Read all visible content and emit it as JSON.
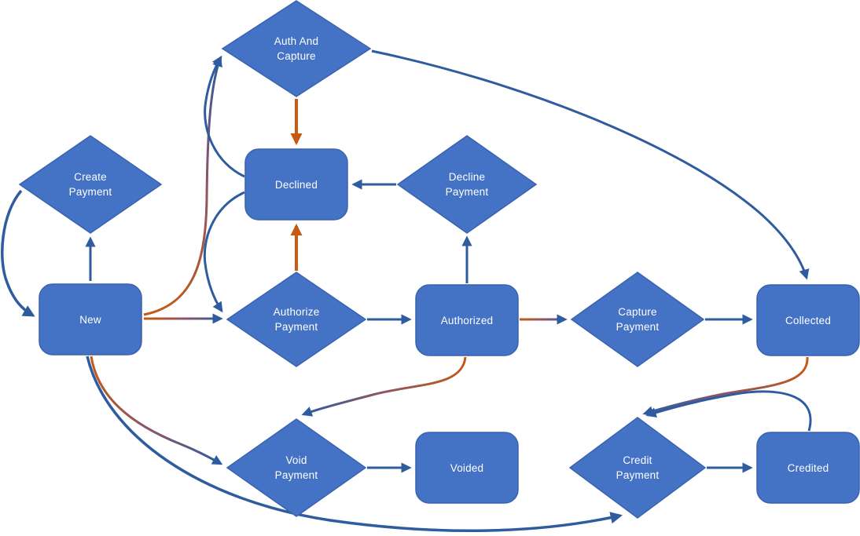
{
  "diagram": {
    "background": "#ffffff",
    "colors": {
      "node_fill": "#4472C4",
      "node_border": "#3A63AF",
      "node_text": "#FFFFFF",
      "connector_blue": "#2E5C9E",
      "connector_orange": "#C55A11",
      "gradient_mid": "#8A5568"
    },
    "nodes": [
      {
        "id": "auth-and-capture",
        "shape": "diamond",
        "label": "Auth And Capture",
        "lines": [
          "Auth And",
          "Capture"
        ]
      },
      {
        "id": "create-payment",
        "shape": "diamond",
        "label": "Create Payment",
        "lines": [
          "Create",
          "Payment"
        ]
      },
      {
        "id": "declined",
        "shape": "rounded-rect",
        "label": "Declined",
        "lines": [
          "Declined"
        ]
      },
      {
        "id": "decline-payment",
        "shape": "diamond",
        "label": "Decline Payment",
        "lines": [
          "Decline",
          "Payment"
        ]
      },
      {
        "id": "new",
        "shape": "rounded-rect",
        "label": "New",
        "lines": [
          "New"
        ]
      },
      {
        "id": "authorize-payment",
        "shape": "diamond",
        "label": "Authorize Payment",
        "lines": [
          "Authorize",
          "Payment"
        ]
      },
      {
        "id": "authorized",
        "shape": "rounded-rect",
        "label": "Authorized",
        "lines": [
          "Authorized"
        ]
      },
      {
        "id": "capture-payment",
        "shape": "diamond",
        "label": "Capture Payment",
        "lines": [
          "Capture",
          "Payment"
        ]
      },
      {
        "id": "collected",
        "shape": "rounded-rect",
        "label": "Collected",
        "lines": [
          "Collected"
        ]
      },
      {
        "id": "void-payment",
        "shape": "diamond",
        "label": "Void Payment",
        "lines": [
          "Void",
          "Payment"
        ]
      },
      {
        "id": "voided",
        "shape": "rounded-rect",
        "label": "Voided",
        "lines": [
          "Voided"
        ]
      },
      {
        "id": "credit-payment",
        "shape": "diamond",
        "label": "Credit Payment",
        "lines": [
          "Credit",
          "Payment"
        ]
      },
      {
        "id": "credited",
        "shape": "rounded-rect",
        "label": "Credited",
        "lines": [
          "Credited"
        ]
      }
    ],
    "edges": [
      {
        "from": "new",
        "to": "create-payment",
        "color": "blue"
      },
      {
        "from": "create-payment",
        "to": "new",
        "color": "blue"
      },
      {
        "from": "new",
        "to": "auth-and-capture",
        "color": "orange-to-blue"
      },
      {
        "from": "new",
        "to": "authorize-payment",
        "color": "orange-to-blue"
      },
      {
        "from": "new",
        "to": "void-payment",
        "color": "orange-to-blue"
      },
      {
        "from": "new",
        "to": "credit-payment",
        "color": "blue"
      },
      {
        "from": "declined",
        "to": "auth-and-capture",
        "color": "blue"
      },
      {
        "from": "declined",
        "to": "authorize-payment",
        "color": "blue"
      },
      {
        "from": "auth-and-capture",
        "to": "declined",
        "color": "orange"
      },
      {
        "from": "auth-and-capture",
        "to": "collected",
        "color": "blue"
      },
      {
        "from": "authorize-payment",
        "to": "declined",
        "color": "orange"
      },
      {
        "from": "authorize-payment",
        "to": "authorized",
        "color": "blue"
      },
      {
        "from": "authorized",
        "to": "decline-payment",
        "color": "blue"
      },
      {
        "from": "decline-payment",
        "to": "declined",
        "color": "blue"
      },
      {
        "from": "authorized",
        "to": "capture-payment",
        "color": "orange-to-blue"
      },
      {
        "from": "authorized",
        "to": "void-payment",
        "color": "orange-to-blue"
      },
      {
        "from": "capture-payment",
        "to": "collected",
        "color": "blue"
      },
      {
        "from": "collected",
        "to": "credit-payment",
        "color": "orange-to-blue"
      },
      {
        "from": "credited",
        "to": "credit-payment",
        "color": "blue"
      },
      {
        "from": "void-payment",
        "to": "voided",
        "color": "blue"
      },
      {
        "from": "credit-payment",
        "to": "credited",
        "color": "blue"
      }
    ]
  }
}
